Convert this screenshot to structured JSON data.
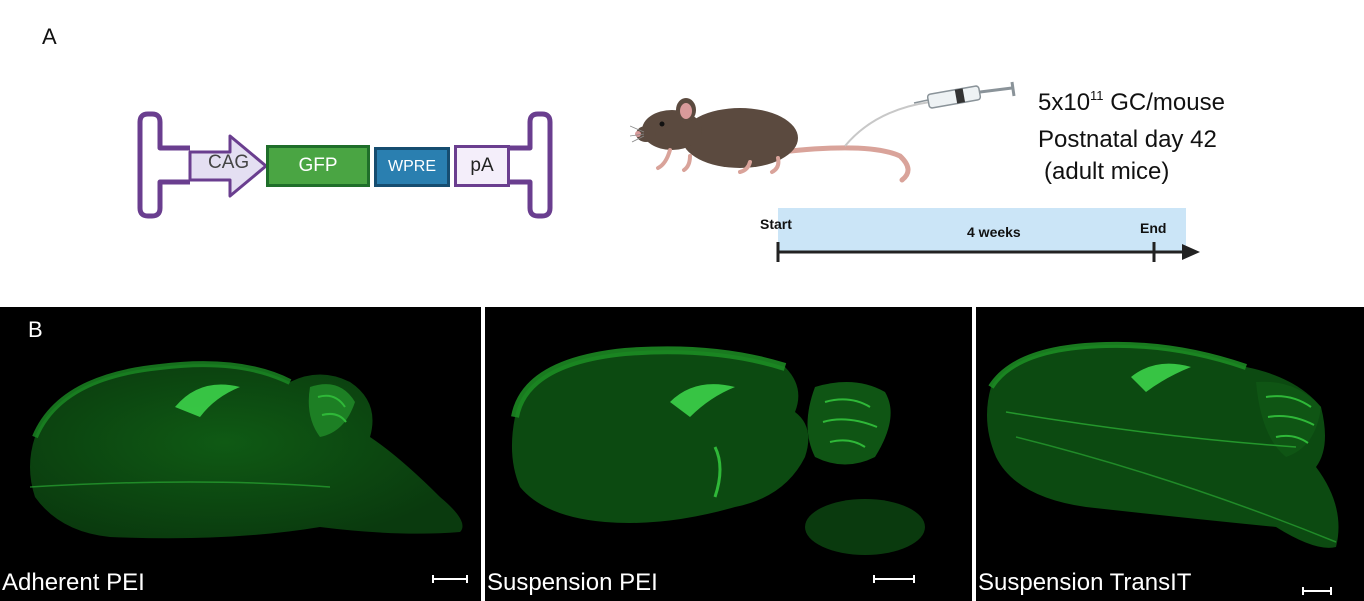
{
  "panel_a": {
    "label": "A",
    "construct": {
      "elements": [
        "CAG",
        "GFP",
        "WPRE",
        "pA"
      ],
      "colors": {
        "cag": "#e4dff2",
        "gfp": "#4aa543",
        "wpre": "#2a7fb0",
        "pa": "#f4eefa",
        "itr": "#6a3e8f"
      }
    },
    "injection": {
      "dose_prefix": "5x10",
      "dose_exponent": "11",
      "dose_suffix": " GC/mouse",
      "age": "Postnatal day 42",
      "note": " (adult mice)"
    },
    "timeline": {
      "start": "Start",
      "duration": "4 weeks",
      "end": "End",
      "bar_color": "#cbe5f7"
    }
  },
  "panel_b": {
    "label": "B",
    "signal_color": "#22c22e",
    "images": [
      {
        "condition": "Adherent PEI"
      },
      {
        "condition": "Suspension PEI"
      },
      {
        "condition": "Suspension TransIT"
      }
    ]
  }
}
